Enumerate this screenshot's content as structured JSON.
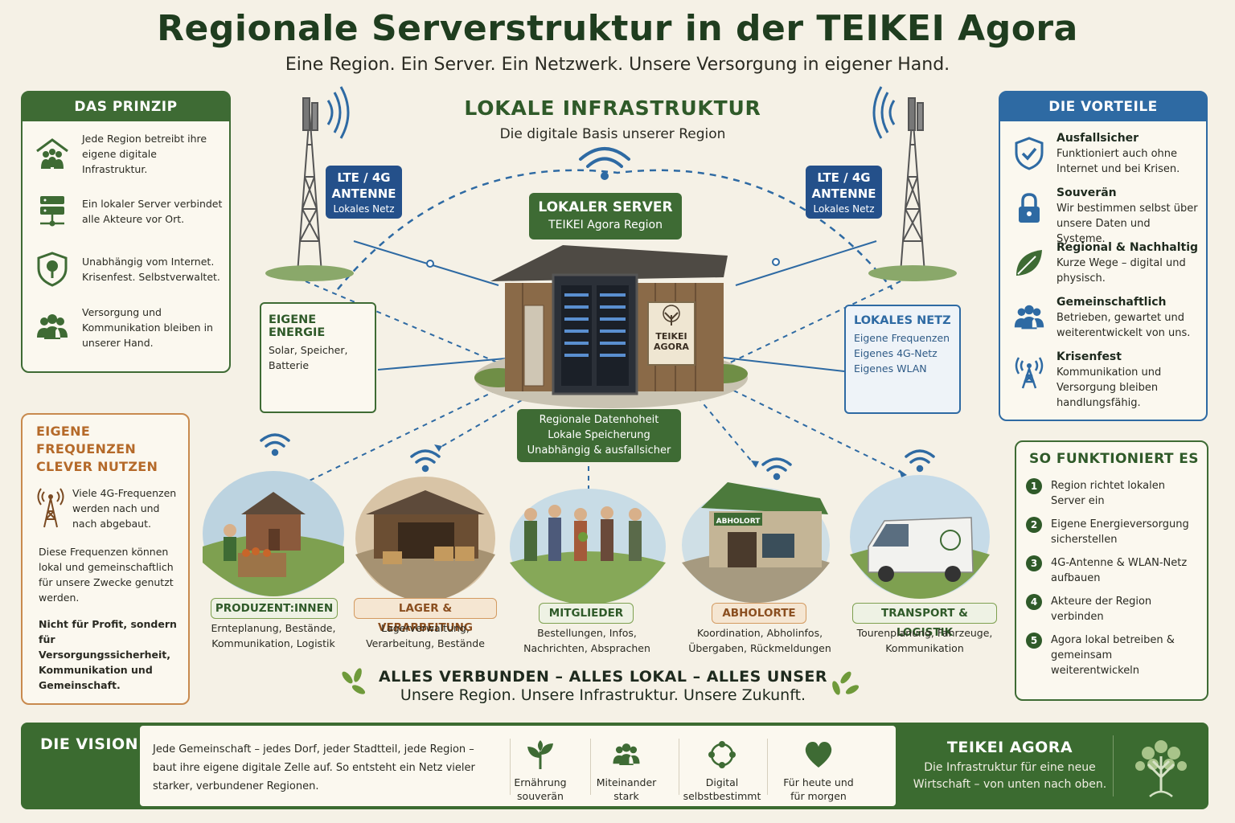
{
  "title": "Regionale Serverstruktur in der TEIKEI Agora",
  "subtitle": "Eine Region. Ein Server. Ein Netzwerk. Unsere Versorgung in eigener Hand.",
  "colors": {
    "green": "#3e6b34",
    "blue": "#2e6aa3",
    "orange": "#c88a4e",
    "background": "#f5f1e6"
  },
  "principle": {
    "heading": "DAS PRINZIP",
    "items": [
      {
        "icon": "community-house-icon",
        "text": "Jede Region betreibt ihre eigene digitale Infrastruktur."
      },
      {
        "icon": "server-icon",
        "text": "Ein lokaler Server verbindet alle Akteure vor Ort."
      },
      {
        "icon": "shield-tree-icon",
        "text": "Unabhängig vom Internet. Krisenfest. Selbstverwaltet."
      },
      {
        "icon": "people-icon",
        "text": "Versorgung und Kommunikation bleiben in unserer Hand."
      }
    ]
  },
  "frequencies": {
    "heading_line1": "EIGENE FREQUENZEN",
    "heading_line2": "CLEVER NUTZEN",
    "icon": "antenna-tower-icon",
    "text1": "Viele 4G-Frequenzen werden nach und nach abgebaut.",
    "text2": "Diese Frequenzen können lokal und gemeinschaftlich für unsere Zwecke genutzt werden.",
    "text3": "Nicht für Profit, sondern für Versorgungssicherheit, Kommunikation und Gemeinschaft."
  },
  "center": {
    "heading": "LOKALE INFRASTRUKTUR",
    "subheading": "Die digitale Basis unserer Region",
    "server_label": "LOKALER SERVER",
    "server_sub": "TEIKEI Agora Region",
    "server_sign": "TEIKEI AGORA",
    "antenna_left": {
      "l1": "LTE / 4G",
      "l2": "ANTENNE",
      "sub": "Lokales Netz"
    },
    "antenna_right": {
      "l1": "LTE / 4G",
      "l2": "ANTENNE",
      "sub": "Lokales Netz"
    },
    "data_box": [
      "Regionale Datenhoheit",
      "Lokale Speicherung",
      "Unabhängig & ausfallsicher"
    ]
  },
  "energy": {
    "heading": "EIGENE ENERGIE",
    "text": "Solar, Speicher, Batterie"
  },
  "network": {
    "heading": "LOKALES NETZ",
    "lines": [
      "Eigene Frequenzen",
      "Eigenes 4G-Netz",
      "Eigenes WLAN"
    ]
  },
  "groups": [
    {
      "label": "PRODUZENT:INNEN",
      "desc": [
        "Ernteplanung, Bestände,",
        "Kommunikation, Logistik"
      ],
      "style": "green"
    },
    {
      "label": "LAGER & VERARBEITUNG",
      "desc": [
        "Lagerverwaltung,",
        "Verarbeitung, Bestände"
      ],
      "style": "orange"
    },
    {
      "label": "MITGLIEDER",
      "desc": [
        "Bestellungen, Infos,",
        "Nachrichten, Absprachen"
      ],
      "style": "green"
    },
    {
      "label": "ABHOLORTE",
      "desc": [
        "Koordination, Abholinfos,",
        "Übergaben, Rückmeldungen"
      ],
      "style": "orange"
    },
    {
      "label": "TRANSPORT & LOGISTIK",
      "desc": [
        "Tourenplanung, Fahrzeuge,",
        "Kommunikation"
      ],
      "style": "green"
    }
  ],
  "scene_labels": {
    "pickup_sign": "ABHOLORT"
  },
  "advantages": {
    "heading": "DIE VORTEILE",
    "items": [
      {
        "icon": "shield-check-icon",
        "title": "Ausfallsicher",
        "text": "Funktioniert auch ohne Internet und bei Krisen."
      },
      {
        "icon": "lock-icon",
        "title": "Souverän",
        "text": "Wir bestimmen selbst über unsere Daten und Systeme."
      },
      {
        "icon": "leaf-icon",
        "title": "Regional & Nachhaltig",
        "text": "Kurze Wege – digital und physisch."
      },
      {
        "icon": "people-icon",
        "title": "Gemeinschaftlich",
        "text": "Betrieben, gewartet und weiterentwickelt von uns."
      },
      {
        "icon": "antenna-signal-icon",
        "title": "Krisenfest",
        "text": "Kommunikation und Versorgung bleiben handlungsfähig."
      }
    ]
  },
  "how": {
    "heading": "SO FUNKTIONIERT ES",
    "steps": [
      {
        "n": "1",
        "text": "Region richtet lokalen Server ein"
      },
      {
        "n": "2",
        "text": "Eigene Energieversorgung sicherstellen"
      },
      {
        "n": "3",
        "text": "4G-Antenne & WLAN-Netz aufbauen"
      },
      {
        "n": "4",
        "text": "Akteure der Region verbinden"
      },
      {
        "n": "5",
        "text": "Agora lokal betreiben & gemeinsam weiterentwickeln"
      }
    ]
  },
  "tagline": {
    "line1": "ALLES VERBUNDEN – ALLES LOKAL – ALLES UNSER",
    "line2": "Unsere Region. Unsere Infrastruktur. Unsere Zukunft."
  },
  "vision": {
    "heading": "DIE VISION",
    "text": "Jede Gemeinschaft – jedes Dorf, jeder Stadtteil, jede Region – baut ihre eigene digitale Zelle auf. So entsteht ein Netz vieler starker, verbundener Regionen.",
    "items": [
      {
        "icon": "plant-icon",
        "l1": "Ernährung",
        "l2": "souverän"
      },
      {
        "icon": "people-icon",
        "l1": "Miteinander",
        "l2": "stark"
      },
      {
        "icon": "network-circle-icon",
        "l1": "Digital",
        "l2": "selbstbestimmt"
      },
      {
        "icon": "heart-icon",
        "l1": "Für heute und",
        "l2": "für morgen"
      }
    ],
    "brand": "TEIKEI AGORA",
    "brand_text": "Die Infrastruktur für eine neue Wirtschaft – von unten nach oben."
  }
}
